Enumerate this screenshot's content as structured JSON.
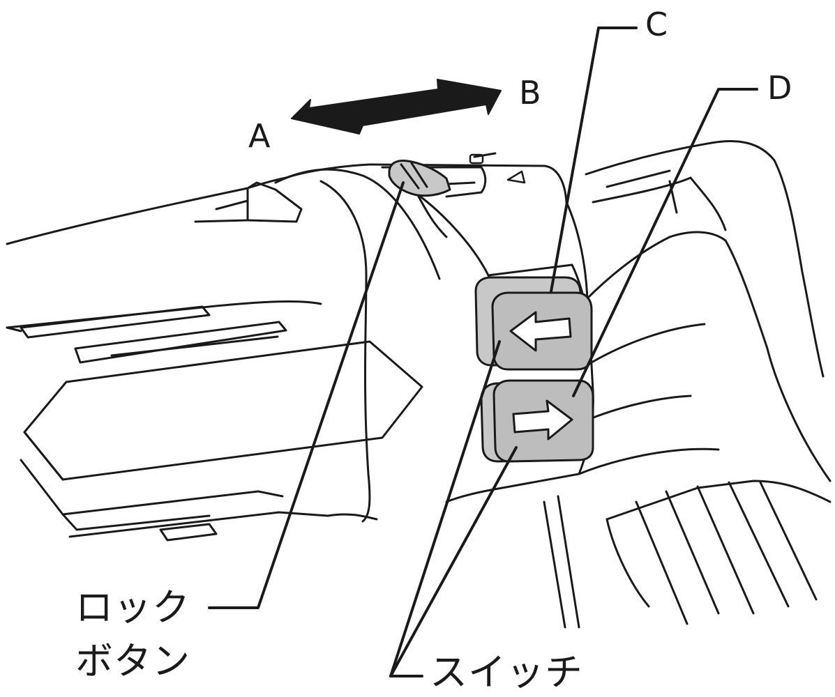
{
  "labels": {
    "a": "A",
    "b": "B",
    "c": "C",
    "d": "D",
    "lock_line1": "ロック",
    "lock_line2": "ボタン",
    "switch": "スイッチ"
  },
  "colors": {
    "line": "#1a1a1a",
    "button_fill": "#c8c8c8",
    "button_face": "#bdbdbd",
    "background": "#ffffff"
  },
  "icons": {
    "left_arrow": "arrow-left-icon",
    "right_arrow": "arrow-right-icon",
    "double_arrow": "double-arrow-icon"
  }
}
